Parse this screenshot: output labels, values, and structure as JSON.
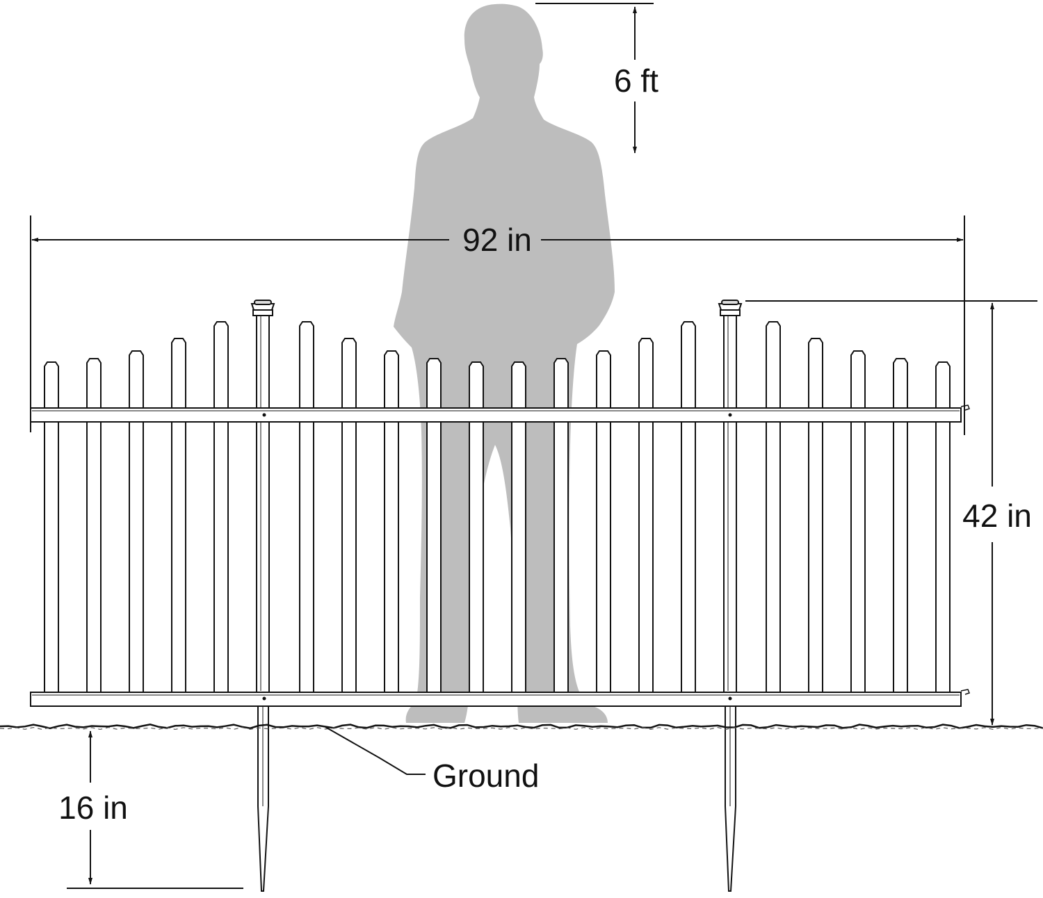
{
  "dimensions": {
    "person_height": "6 ft",
    "fence_width": "92 in",
    "fence_height": "42 in",
    "stake_depth": "16 in"
  },
  "labels": {
    "ground": "Ground"
  },
  "colors": {
    "line": "#111111",
    "silhouette": "#bdbdbd",
    "background": "#ffffff"
  }
}
